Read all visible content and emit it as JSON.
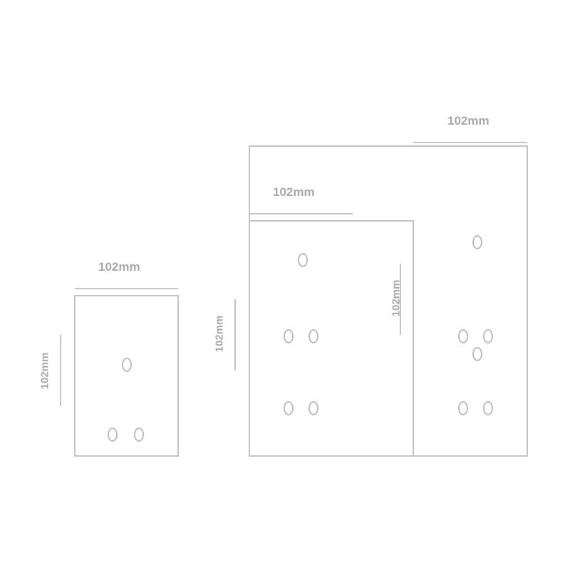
{
  "diagram": {
    "colors": {
      "line": "#f6f6f6",
      "text": "#f7f7f7",
      "background": "#ffffff"
    },
    "panels": [
      {
        "width_label": "102mm",
        "height_label": "102mm"
      },
      {
        "width_label": "102mm",
        "height_label": "102mm"
      },
      {
        "width_label": "102mm",
        "height_label": "102mm"
      }
    ]
  }
}
